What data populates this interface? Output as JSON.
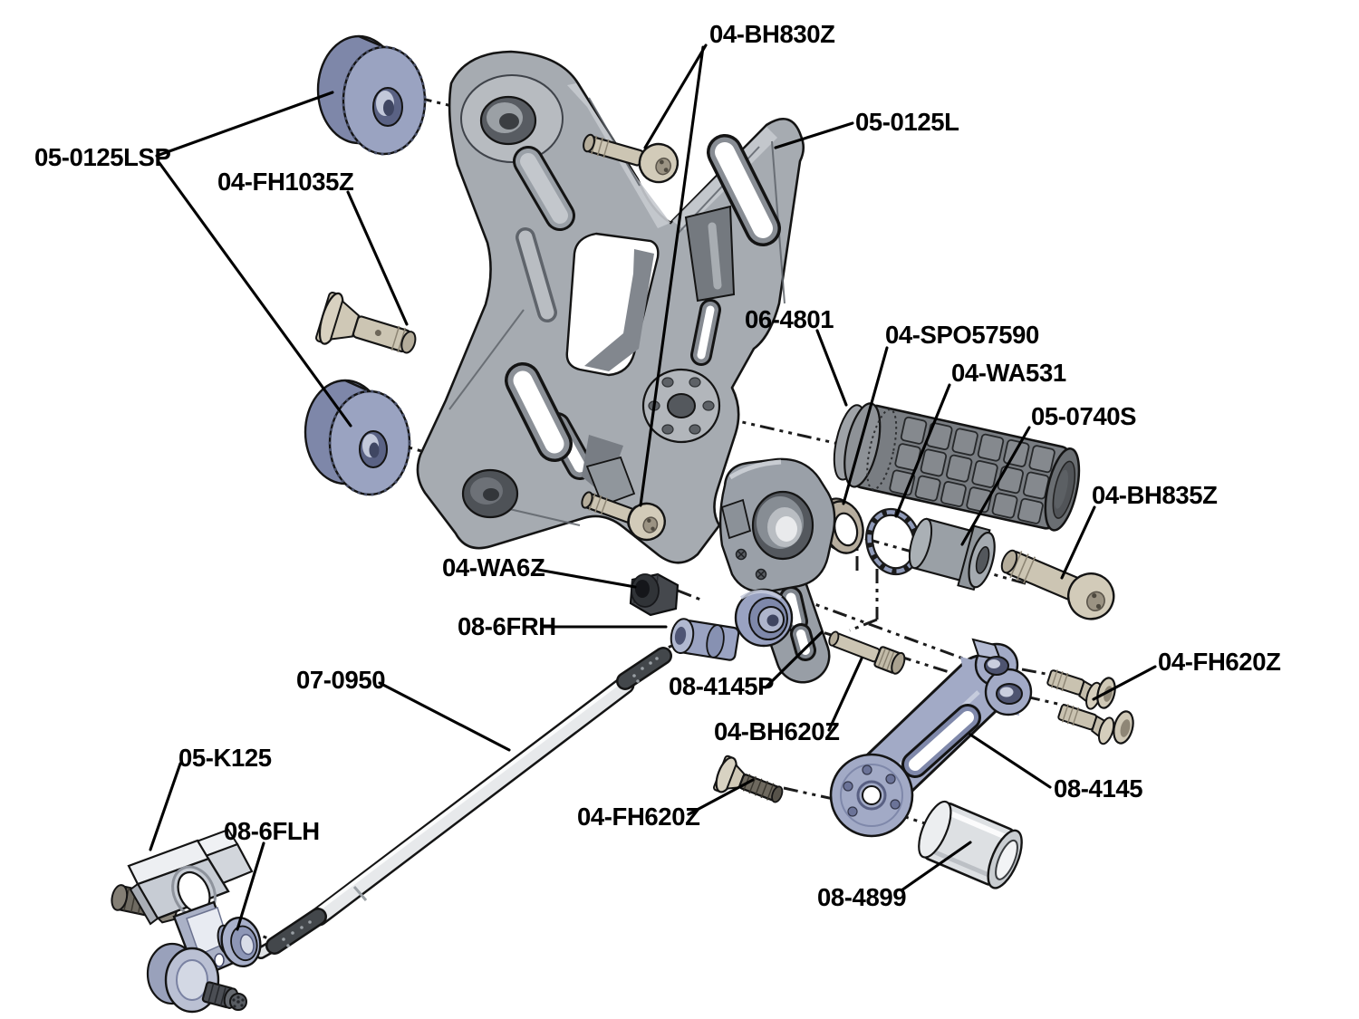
{
  "diagram": {
    "type": "exploded-parts-diagram",
    "subject": "motorcycle rearset shift-side assembly",
    "background": "#ffffff",
    "line_color": "#141414",
    "colors": {
      "plate_gray": "#a6abb1",
      "blue_gray_parts": "#9aa3c1",
      "tan_hardware": "#ccc5b3",
      "dark_parts": "#45484d",
      "footpeg_gray": "#797d82",
      "light_rod": "#e7e9eb"
    },
    "labels": [
      {
        "name": "label-04-BH830Z",
        "text": "04-BH830Z"
      },
      {
        "name": "label-05-0125L",
        "text": "05-0125L"
      },
      {
        "name": "label-05-0125LSP",
        "text": "05-0125LSP"
      },
      {
        "name": "label-04-FH1035Z",
        "text": "04-FH1035Z"
      },
      {
        "name": "label-06-4801",
        "text": "06-4801"
      },
      {
        "name": "label-04-SPO57590",
        "text": "04-SPO57590"
      },
      {
        "name": "label-04-WA531",
        "text": "04-WA531"
      },
      {
        "name": "label-05-0740S",
        "text": "05-0740S"
      },
      {
        "name": "label-04-BH835Z",
        "text": "04-BH835Z"
      },
      {
        "name": "label-04-WA6Z",
        "text": "04-WA6Z"
      },
      {
        "name": "label-08-6FRH",
        "text": "08-6FRH"
      },
      {
        "name": "label-07-0950",
        "text": "07-0950"
      },
      {
        "name": "label-08-4145P",
        "text": "08-4145P"
      },
      {
        "name": "label-04-BH620Z",
        "text": "04-BH620Z"
      },
      {
        "name": "label-04-FH620Z-right",
        "text": "04-FH620Z"
      },
      {
        "name": "label-08-4145",
        "text": "08-4145"
      },
      {
        "name": "label-05-K125",
        "text": "05-K125"
      },
      {
        "name": "label-08-6FLH",
        "text": "08-6FLH"
      },
      {
        "name": "label-04-FH620Z-bottom",
        "text": "04-FH620Z"
      },
      {
        "name": "label-08-4899",
        "text": "08-4899"
      }
    ]
  }
}
